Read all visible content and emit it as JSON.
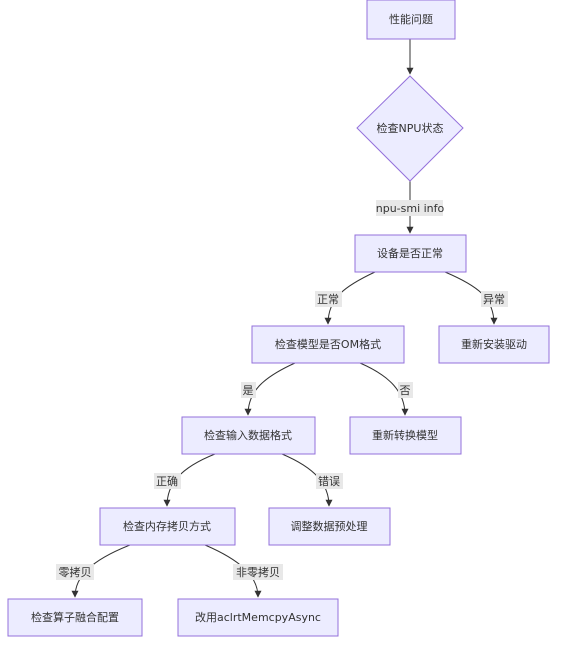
{
  "flowchart": {
    "nodes": {
      "start": "性能问题",
      "check_npu": "检查NPU状态",
      "device_ok": "设备是否正常",
      "check_model": "检查模型是否OM格式",
      "reinstall": "重新安装驱动",
      "check_input": "检查输入数据格式",
      "reconvert": "重新转换模型",
      "check_memcpy": "检查内存拷贝方式",
      "adjust_preprocess": "调整数据预处理",
      "check_fusion": "检查算子融合配置",
      "use_async": "改用aclrtMemcpyAsync"
    },
    "edges": {
      "npu_smi": "npu-smi info",
      "normal": "正常",
      "abnormal": "异常",
      "yes": "是",
      "no": "否",
      "correct": "正确",
      "wrong": "错误",
      "zero_copy": "零拷贝",
      "non_zero_copy": "非零拷贝"
    }
  }
}
